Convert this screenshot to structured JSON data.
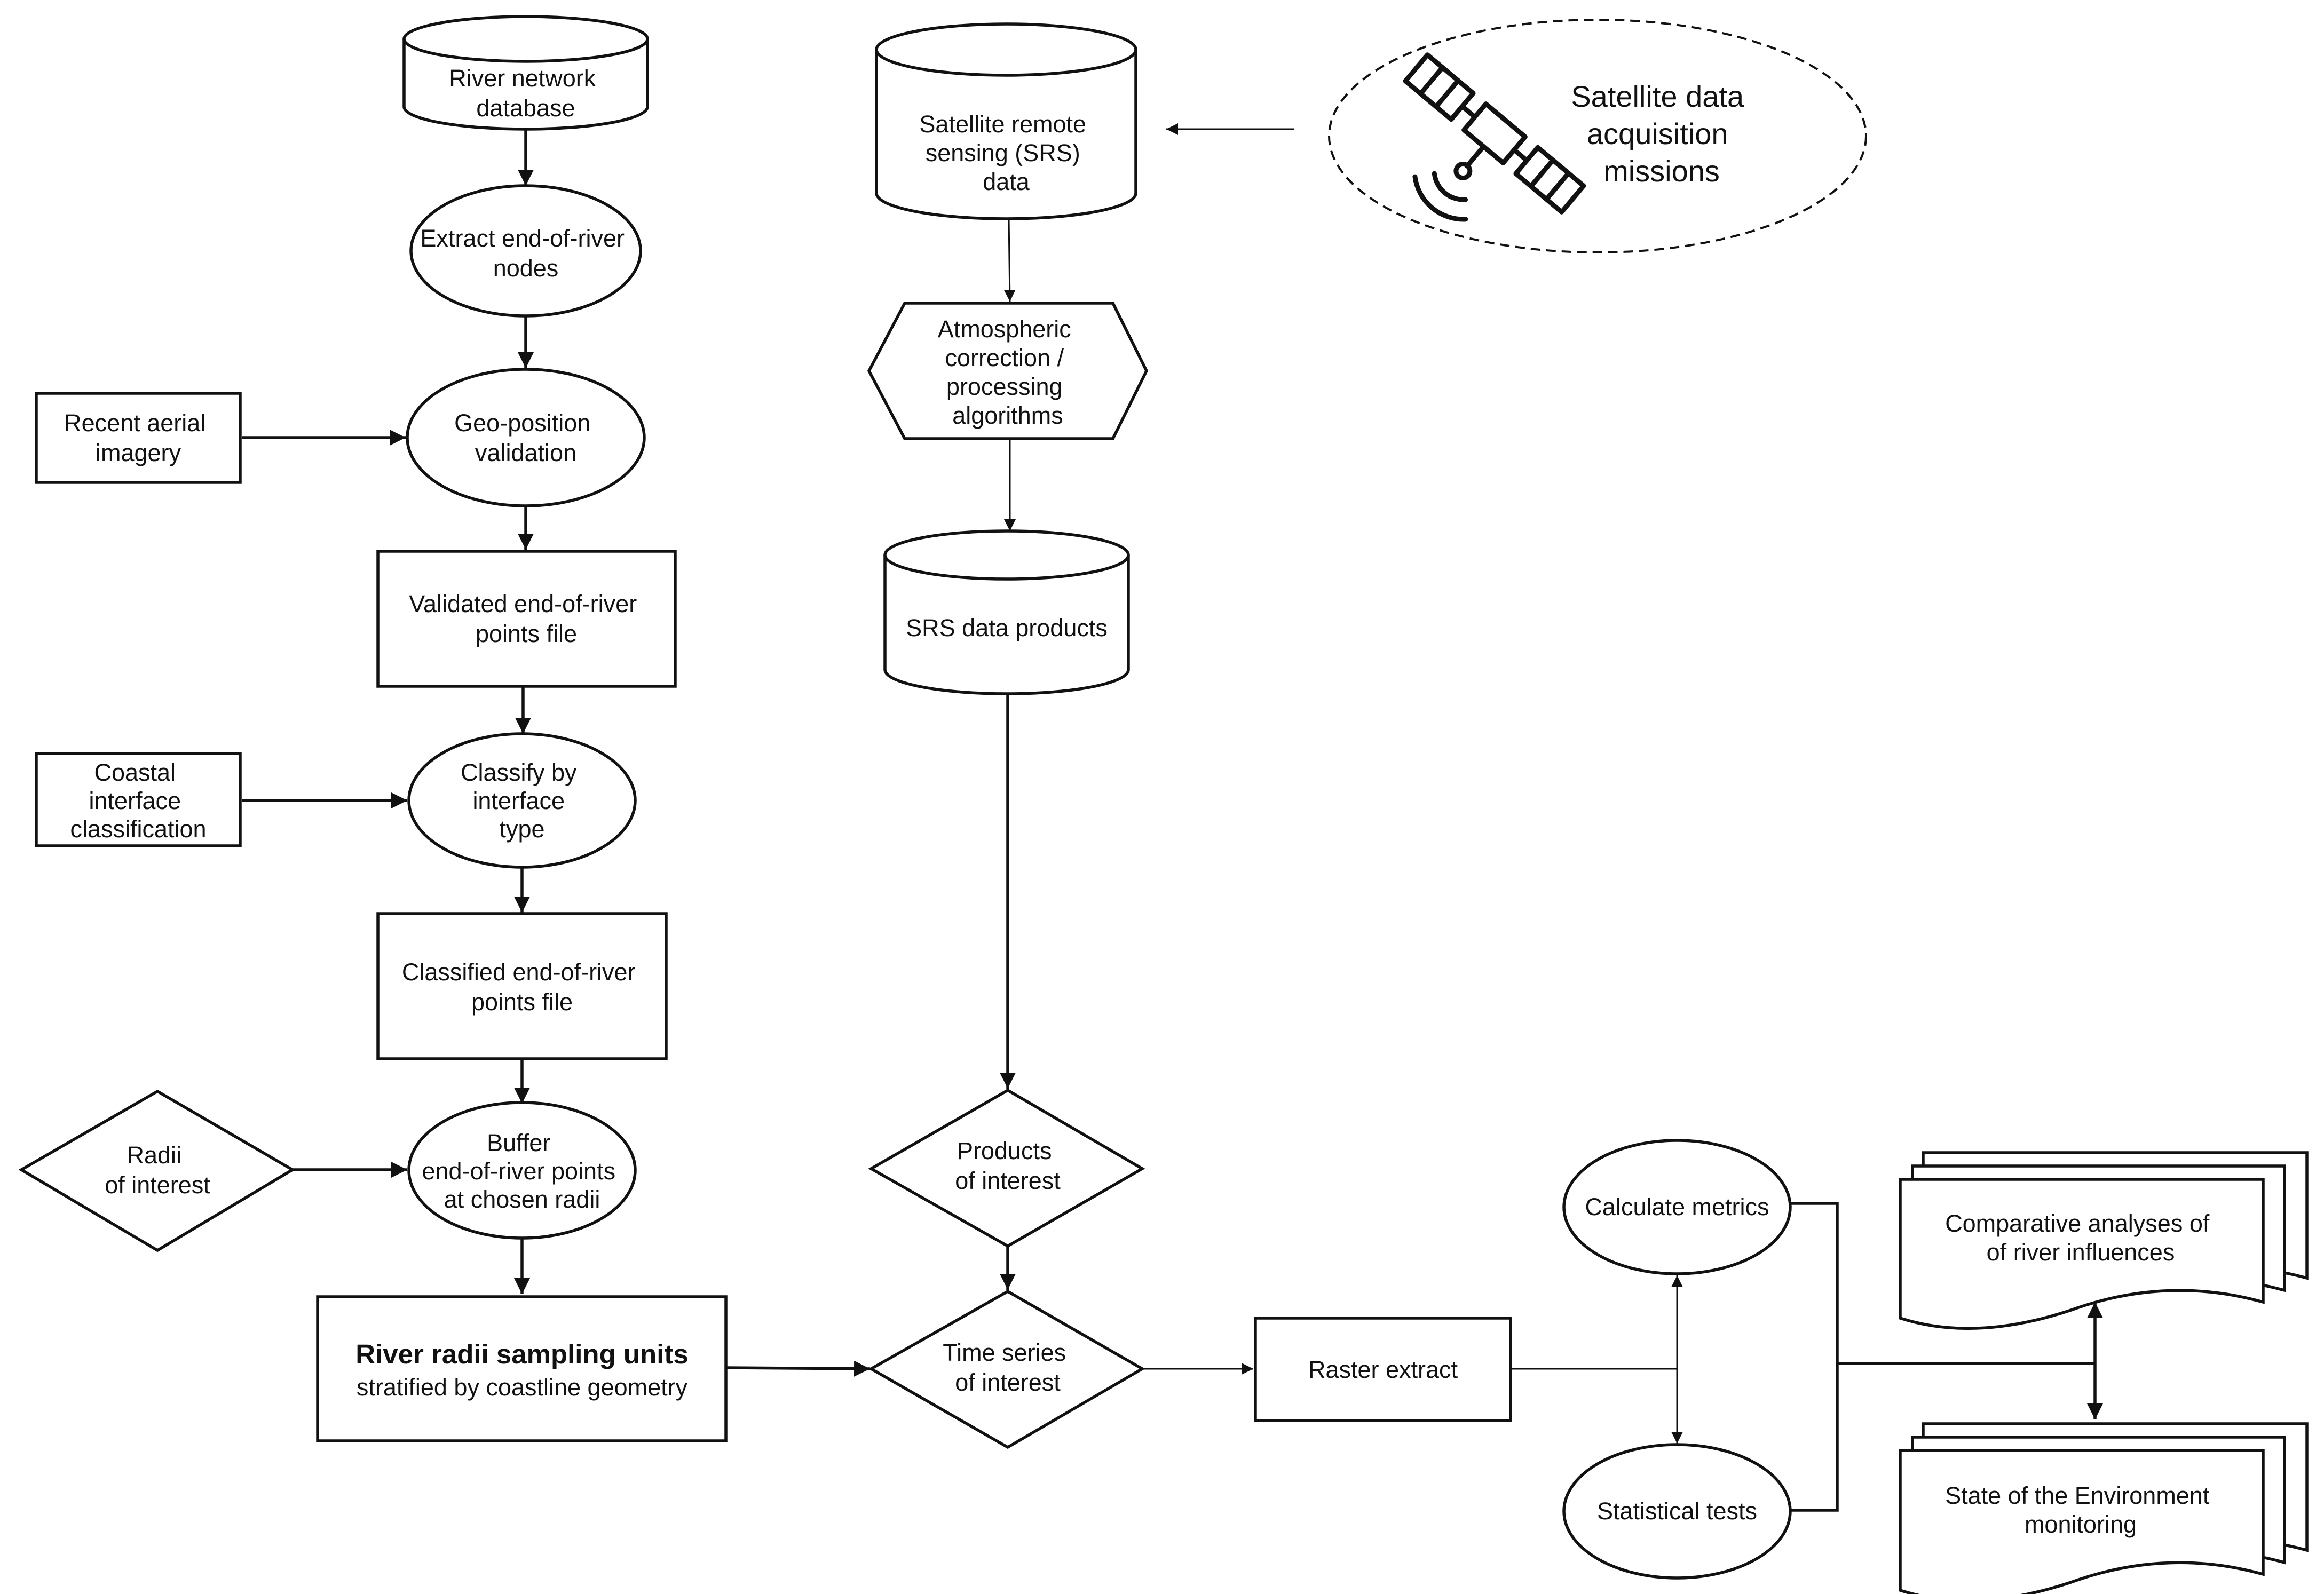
{
  "nodes": {
    "river_db": [
      "River network",
      "database"
    ],
    "extract": [
      "Extract end-of-river",
      "nodes"
    ],
    "aerial": [
      "Recent aerial",
      "imagery"
    ],
    "geo_validation": [
      "Geo-position",
      "validation"
    ],
    "validated_file": [
      "Validated end-of-river",
      "points file"
    ],
    "coastal": [
      "Coastal",
      "interface",
      "classification"
    ],
    "classify": [
      "Classify by",
      "interface",
      "type"
    ],
    "classified_file": [
      "Classified end-of-river",
      "points file"
    ],
    "radii": [
      "Radii",
      "of interest"
    ],
    "buffer": [
      "Buffer",
      "end-of-river points",
      "at chosen radii"
    ],
    "sampling_title": "River radii sampling units",
    "sampling_sub": "stratified by coastline geometry",
    "srs_data": [
      "Satellite remote",
      "sensing (SRS)",
      "data"
    ],
    "missions": [
      "Satellite data",
      "acquisition",
      "missions"
    ],
    "atmospheric": [
      "Atmospheric",
      "correction /",
      "processing",
      "algorithms"
    ],
    "srs_products": [
      "SRS data products"
    ],
    "products_interest": [
      "Products",
      "of interest"
    ],
    "time_series": [
      "Time series",
      "of interest"
    ],
    "raster": [
      "Raster extract"
    ],
    "metrics": [
      "Calculate metrics"
    ],
    "stats": [
      "Statistical tests"
    ],
    "comparative": [
      "Comparative analyses of",
      "of river influences"
    ],
    "soe": [
      "State of the Environment",
      "monitoring"
    ]
  },
  "icons": {
    "satellite": "satellite-icon"
  }
}
